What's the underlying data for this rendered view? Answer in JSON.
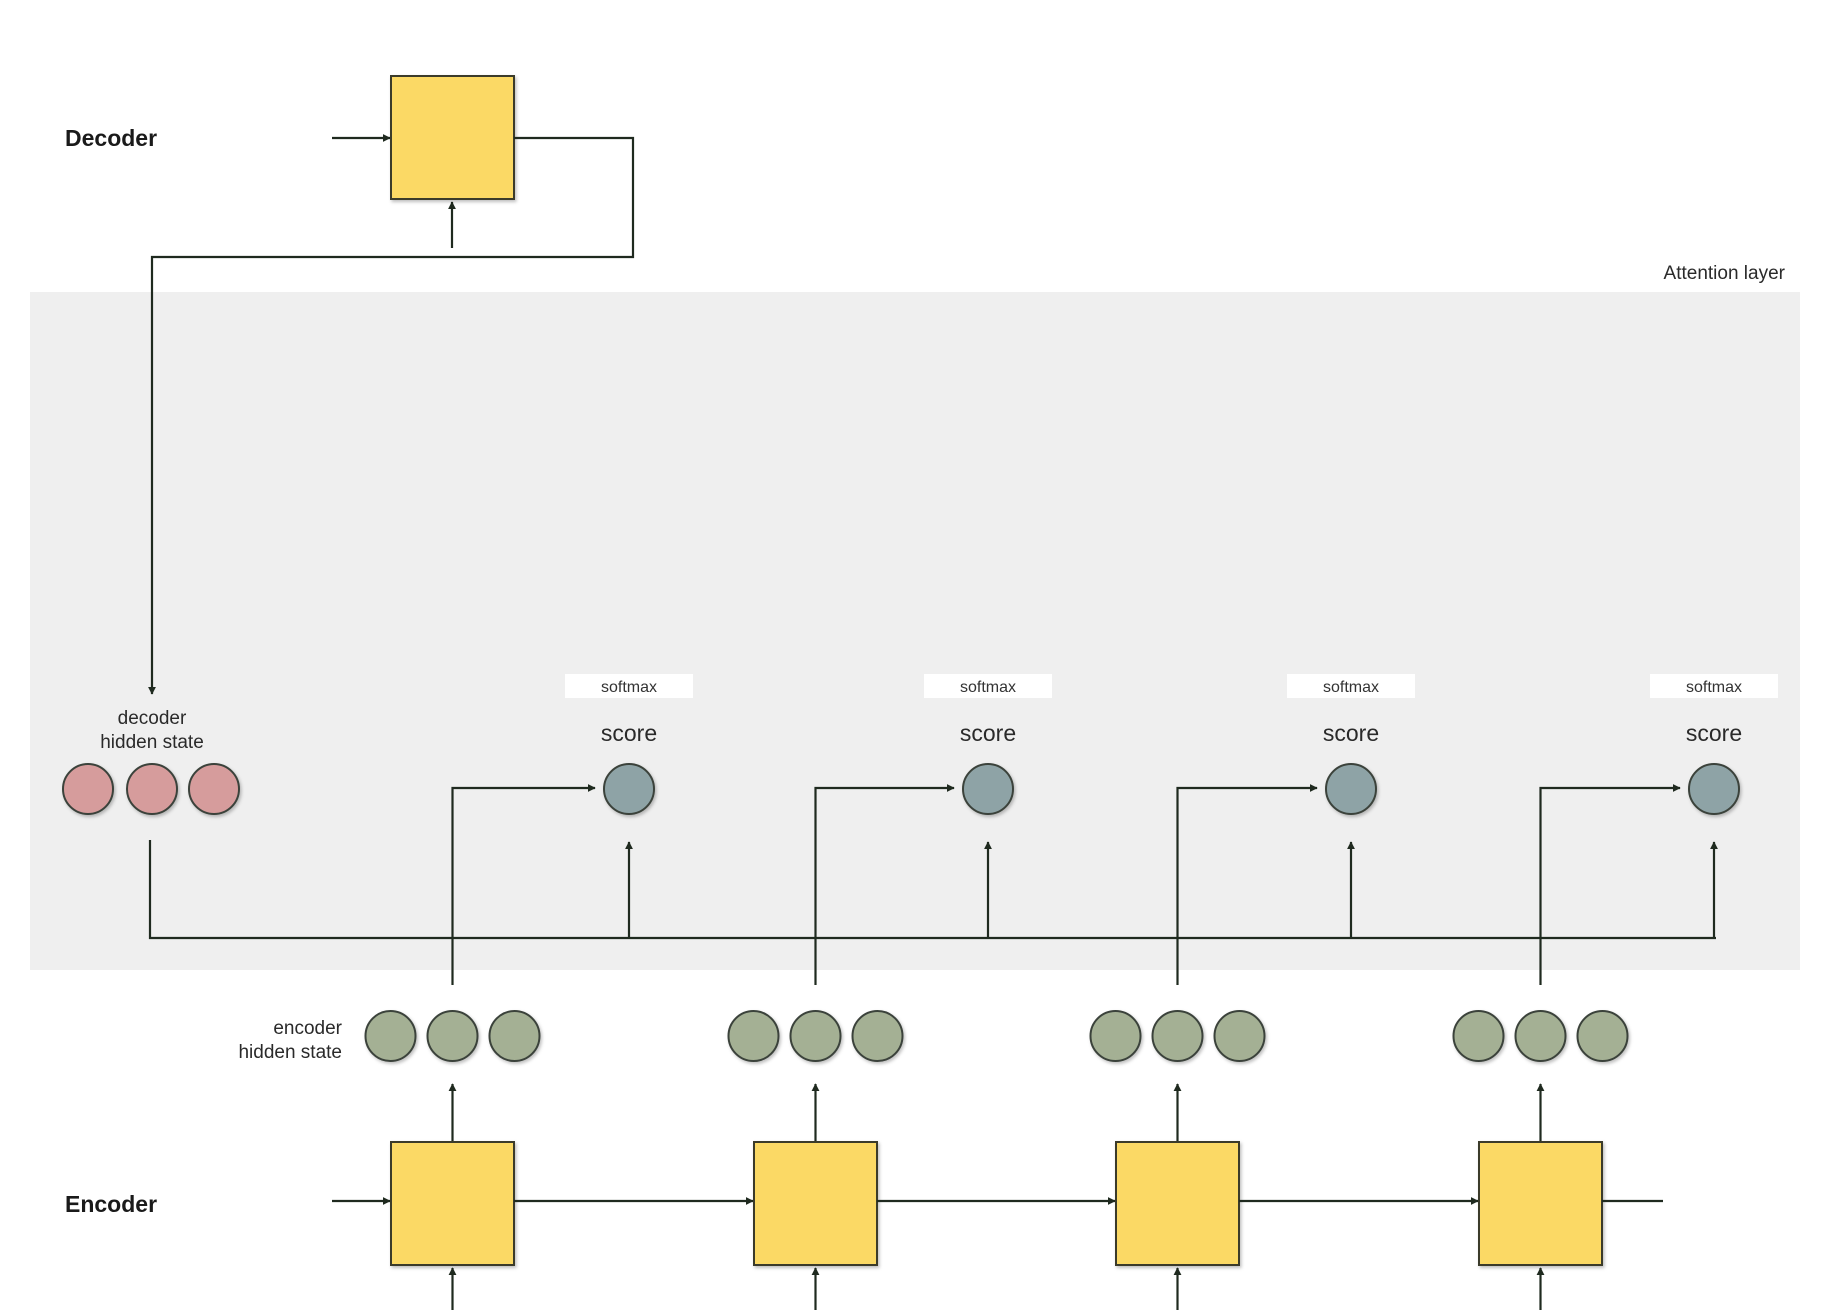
{
  "labels": {
    "decoder": "Decoder",
    "encoder": "Encoder",
    "attention_layer": "Attention layer",
    "decoder_hidden_state_line1": "decoder",
    "decoder_hidden_state_line2": "hidden state",
    "encoder_hidden_state_line1": "encoder",
    "encoder_hidden_state_line2": "hidden state"
  },
  "score_units": [
    {
      "softmax_label": "softmax",
      "score_label": "score"
    },
    {
      "softmax_label": "softmax",
      "score_label": "score"
    },
    {
      "softmax_label": "softmax",
      "score_label": "score"
    },
    {
      "softmax_label": "softmax",
      "score_label": "score"
    }
  ],
  "encoder_steps": 4,
  "encoder_hidden_units_per_step": 3,
  "decoder_hidden_units": 3,
  "colors": {
    "rnn_cell": "#fbd965",
    "attention_panel": "#efefef",
    "decoder_hidden": "#d69c9c",
    "encoder_hidden": "#a4b094",
    "score_node": "#8ea3a6",
    "wire": "#1f2a1f"
  }
}
